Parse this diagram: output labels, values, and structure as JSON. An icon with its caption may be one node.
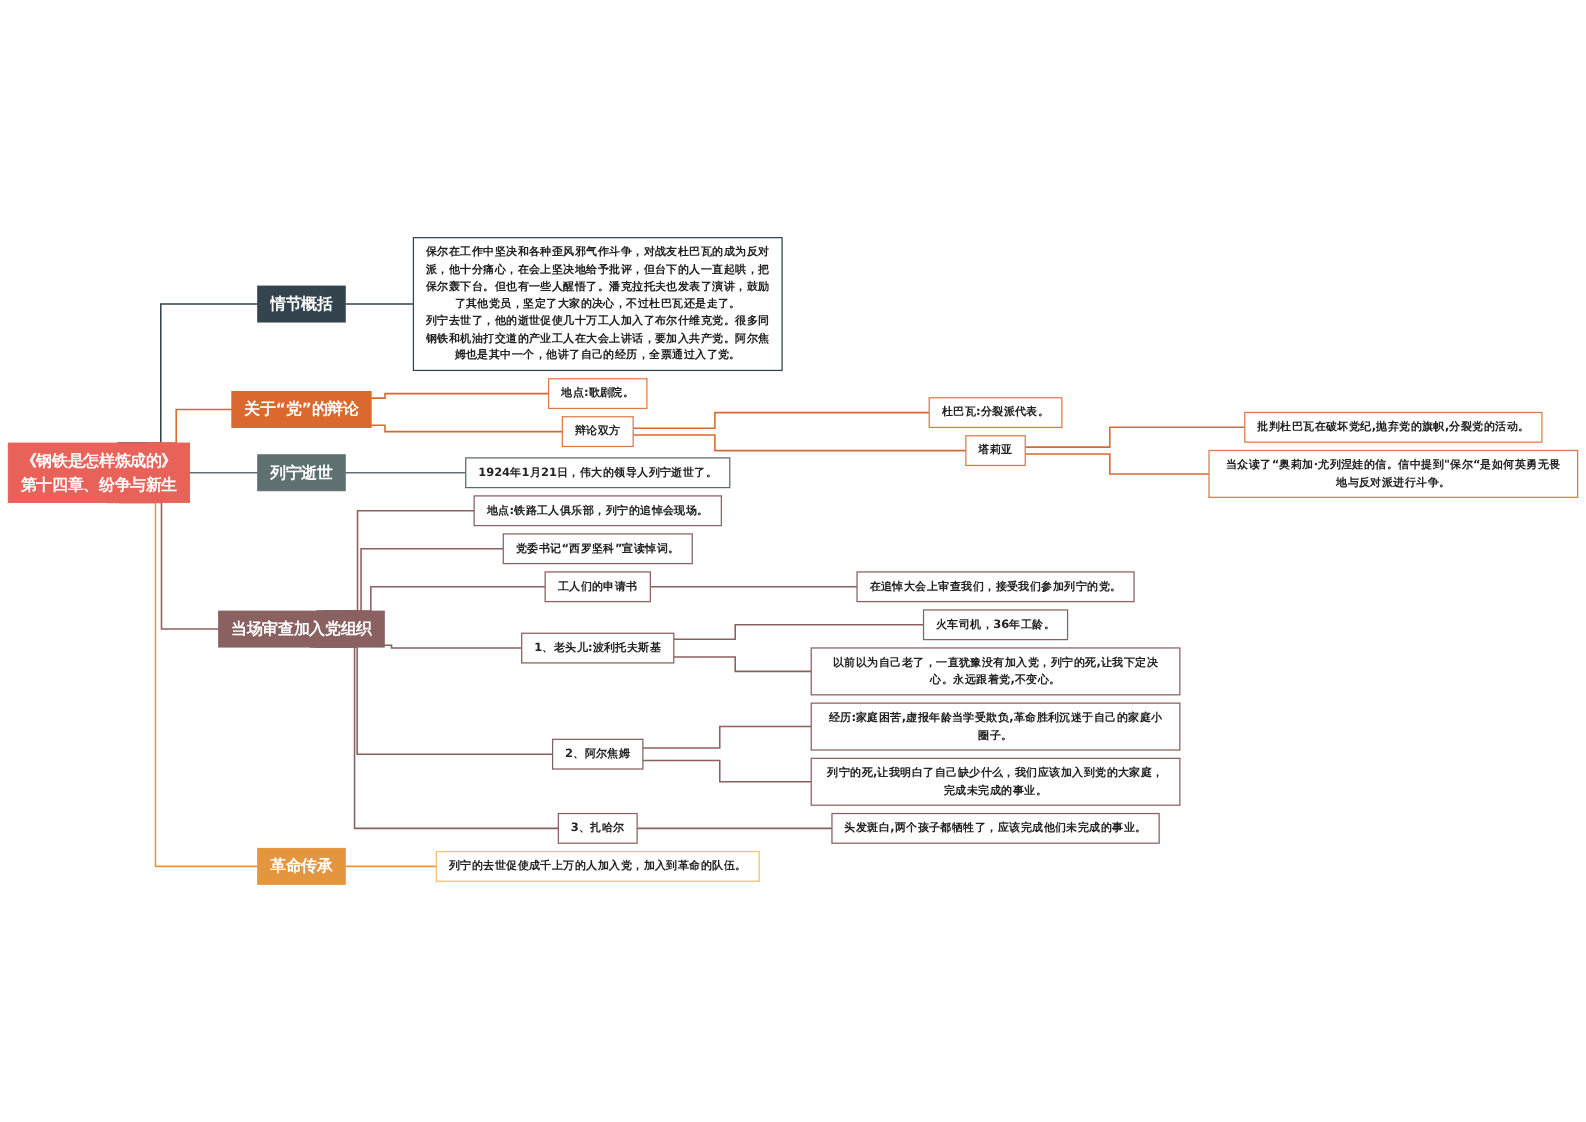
{
  "diagram": {
    "nodes": [
      {
        "text": [
          "《钢铁是怎样炼成的》",
          "第十四章、纷争与新生"
        ]
      },
      {
        "text": [
          "情节概括"
        ]
      },
      {
        "text": [
          "保尔在工作中坚决和各种歪风邪气作斗争，对战友杜巴瓦的成为反对派，他十分痛心，在会上坚决地给予批评，但台下的人一直起哄，把保尔轰下台。但也有一些人醒悟了。潘克拉托夫也发表了演讲，鼓励了其他党员，坚定了大家的决心，不过杜巴瓦还是走了。",
          "列宁去世了，他的逝世促使几十万工人加入了布尔什维克党。很多同钢铁和机油打交道的产业工人在大会上讲话，要加入共产党。阿尔焦姆也是其中一个，他讲了自己的经历，全票通过入了党。"
        ]
      },
      {
        "text": [
          "关于“党”的辩论"
        ]
      },
      {
        "text": [
          "地点:歌剧院。"
        ]
      },
      {
        "text": [
          "辩论双方"
        ]
      },
      {
        "text": [
          "杜巴瓦:分裂派代表。"
        ]
      },
      {
        "text": [
          "塔莉亚"
        ]
      },
      {
        "text": [
          "批判杜巴瓦在破坏党纪,抛弃党的旗帜,分裂党的活动。"
        ]
      },
      {
        "text": [
          "当众读了“奥莉加·尤列涅娃的信。信中提到\"保尔“是如何英勇无畏地与反对派进行斗争。"
        ]
      },
      {
        "text": [
          "列宁逝世"
        ]
      },
      {
        "text": [
          "1924年1月21日，伟大的领导人列宁逝世了。"
        ]
      },
      {
        "text": [
          "当场审查加入党组织"
        ]
      },
      {
        "text": [
          "地点:铁路工人俱乐部，列宁的追悼会现场。"
        ]
      },
      {
        "text": [
          "党委书记“西罗坚科”宣读悼词。"
        ]
      },
      {
        "text": [
          "工人们的申请书"
        ]
      },
      {
        "text": [
          "在追悼大会上审查我们，接受我们参加列宁的党。"
        ]
      },
      {
        "text": [
          "1、老头儿:波利托夫斯基"
        ]
      },
      {
        "text": [
          "火车司机，36年工龄。"
        ]
      },
      {
        "text": [
          "以前以为自己老了，一直犹豫没有加入党，列宁的死,让我下定决心。永远跟着党,不变心。"
        ]
      },
      {
        "text": [
          "2、阿尔焦姆"
        ]
      },
      {
        "text": [
          "经历:家庭困苦,虚报年龄当学受欺负,革命胜利沉迷于自己的家庭小圈子。"
        ]
      },
      {
        "text": [
          "列宁的死,让我明白了自己缺少什么，我们应该加入到党的大家庭，完成未完成的事业。"
        ]
      },
      {
        "text": [
          "3、扎哈尔"
        ]
      },
      {
        "text": [
          "头发斑白,两个孩子都牺牲了，应该完成他们未完成的事业。"
        ]
      },
      {
        "text": [
          "革命传承"
        ]
      },
      {
        "text": [
          "列宁的去世促使成千上万的人加入党，加入到革命的队伍。"
        ]
      }
    ],
    "edges": [
      {
        "from": 0,
        "to": 1,
        "arrow": "none",
        "color": "#34444f"
      },
      {
        "from": 1,
        "to": 2,
        "arrow": "none",
        "color": "#34444f"
      },
      {
        "from": 0,
        "to": 3,
        "arrow": "none",
        "color": "#d9692e"
      },
      {
        "from": 3,
        "to": 4,
        "arrow": "none",
        "color": "#d9692e"
      },
      {
        "from": 3,
        "to": 5,
        "arrow": "none",
        "color": "#d9692e"
      },
      {
        "from": 5,
        "to": 6,
        "arrow": "none",
        "color": "#d9692e"
      },
      {
        "from": 5,
        "to": 7,
        "arrow": "none",
        "color": "#d9692e"
      },
      {
        "from": 7,
        "to": 8,
        "arrow": "none",
        "color": "#d9692e"
      },
      {
        "from": 7,
        "to": 9,
        "arrow": "none",
        "color": "#d9692e"
      },
      {
        "from": 0,
        "to": 10,
        "arrow": "none",
        "color": "#5f7070"
      },
      {
        "from": 10,
        "to": 11,
        "arrow": "none",
        "color": "#5f7070"
      },
      {
        "from": 0,
        "to": 12,
        "arrow": "none"
      },
      {
        "from": 12,
        "to": 13,
        "arrow": "none"
      },
      {
        "from": 12,
        "to": 14,
        "arrow": "none"
      },
      {
        "from": 12,
        "to": 15,
        "arrow": "none"
      },
      {
        "from": 15,
        "to": 16,
        "arrow": "none"
      },
      {
        "from": 12,
        "to": 17,
        "arrow": "none"
      },
      {
        "from": 17,
        "to": 18,
        "arrow": "none"
      },
      {
        "from": 17,
        "to": 19,
        "arrow": "none"
      },
      {
        "from": 12,
        "to": 20,
        "arrow": "none"
      },
      {
        "from": 20,
        "to": 21,
        "arrow": "none"
      },
      {
        "from": 20,
        "to": 22,
        "arrow": "none"
      },
      {
        "from": 12,
        "to": 23,
        "arrow": "none"
      },
      {
        "from": 23,
        "to": 24,
        "arrow": "none"
      },
      {
        "from": 0,
        "to": 25,
        "arrow": "none",
        "color": "#e3963e"
      },
      {
        "from": 25,
        "to": 26,
        "arrow": "none",
        "color": "#e3963e"
      }
    ]
  }
}
